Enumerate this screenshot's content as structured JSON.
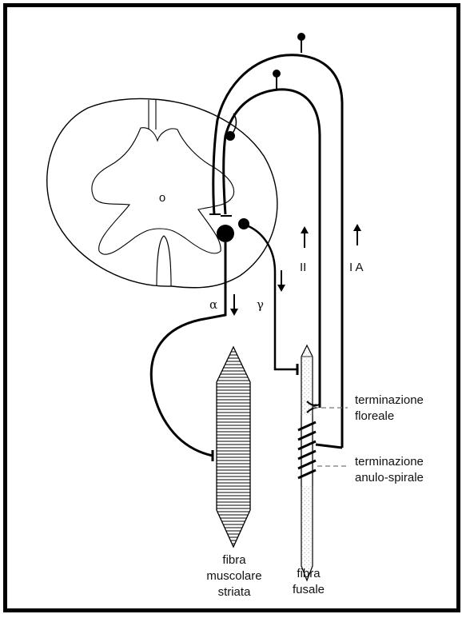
{
  "labels": {
    "alpha": "α",
    "gamma": "γ",
    "central_canal": "o",
    "fiber_II": "II",
    "fiber_IA": "I A",
    "flower_spray_1": "terminazione",
    "flower_spray_2": "floreale",
    "annulospiral_1": "terminazione",
    "annulospiral_2": "anulo-spirale",
    "muscle_1": "fibra",
    "muscle_2": "muscolare",
    "muscle_3": "striata",
    "spindle_1": "fibra",
    "spindle_2": "fusale"
  },
  "colors": {
    "line": "#000000",
    "dashed": "#777777",
    "stipple": "#9a9a9a"
  }
}
